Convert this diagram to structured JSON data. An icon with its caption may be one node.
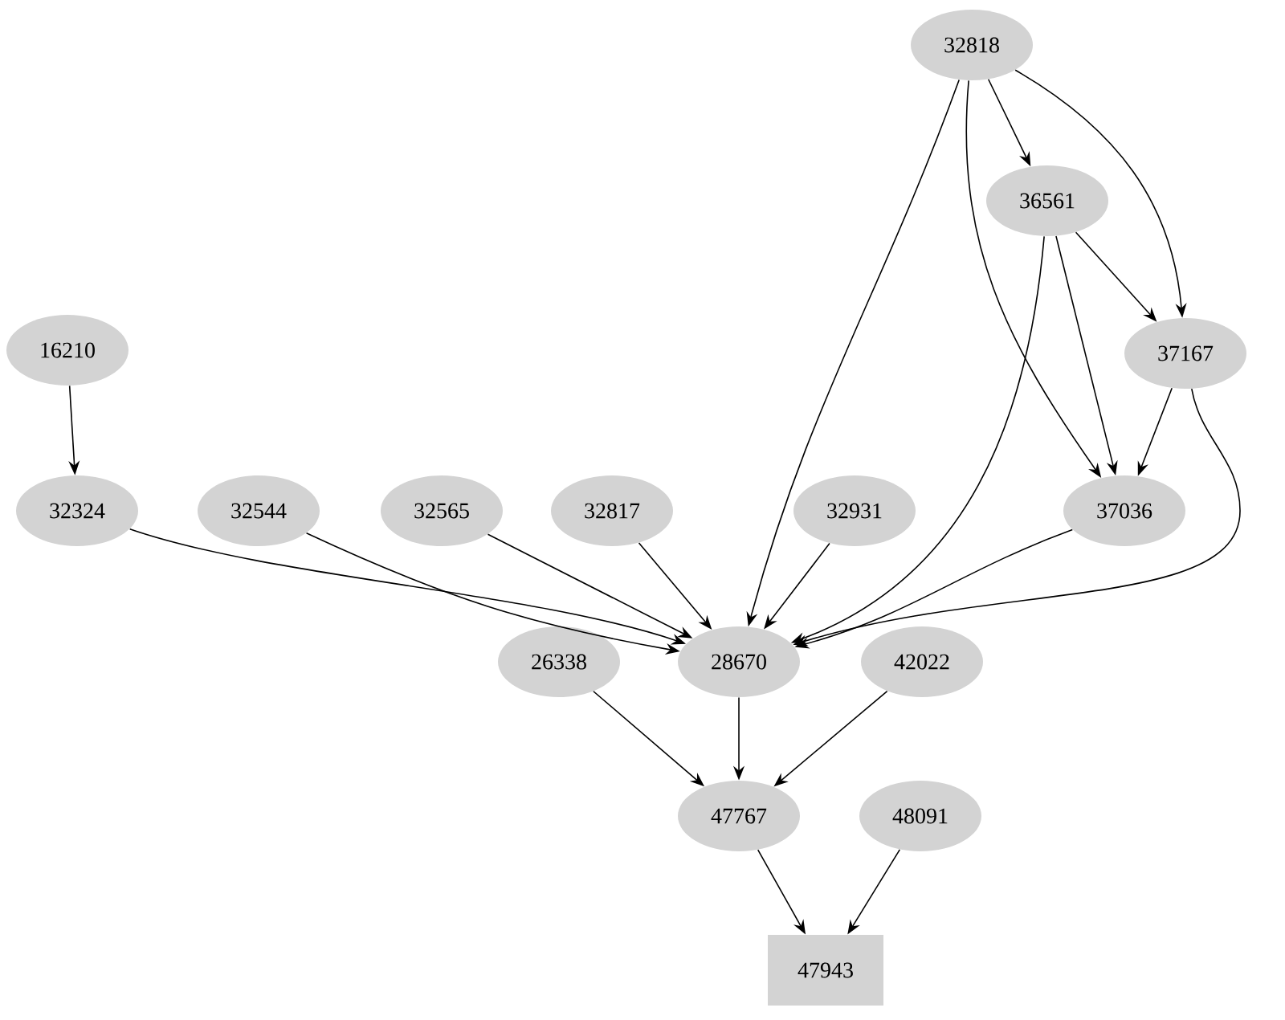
{
  "diagram": {
    "nodes": [
      {
        "text": [
          "32818"
        ]
      },
      {
        "text": [
          "36561"
        ]
      },
      {
        "text": [
          "16210"
        ]
      },
      {
        "text": [
          "37167"
        ]
      },
      {
        "text": [
          "32324"
        ]
      },
      {
        "text": [
          "32544"
        ]
      },
      {
        "text": [
          "32565"
        ]
      },
      {
        "text": [
          "32817"
        ]
      },
      {
        "text": [
          "32931"
        ]
      },
      {
        "text": [
          "37036"
        ]
      },
      {
        "text": [
          "26338"
        ]
      },
      {
        "text": [
          "28670"
        ]
      },
      {
        "text": [
          "42022"
        ]
      },
      {
        "text": [
          "47767"
        ]
      },
      {
        "text": [
          "48091"
        ]
      },
      {
        "text": [
          "47943"
        ]
      }
    ],
    "edges": [
      {
        "from": 0,
        "to": 1,
        "arrow": "to"
      },
      {
        "from": 0,
        "to": 3,
        "arrow": "to"
      },
      {
        "from": 0,
        "to": 9,
        "arrow": "to"
      },
      {
        "from": 0,
        "to": 11,
        "arrow": "to"
      },
      {
        "from": 1,
        "to": 3,
        "arrow": "to"
      },
      {
        "from": 1,
        "to": 9,
        "arrow": "to"
      },
      {
        "from": 1,
        "to": 11,
        "arrow": "to"
      },
      {
        "from": 3,
        "to": 9,
        "arrow": "to"
      },
      {
        "from": 3,
        "to": 11,
        "arrow": "to"
      },
      {
        "from": 2,
        "to": 4,
        "arrow": "to"
      },
      {
        "from": 4,
        "to": 11,
        "arrow": "to"
      },
      {
        "from": 5,
        "to": 11,
        "arrow": "to"
      },
      {
        "from": 6,
        "to": 11,
        "arrow": "to"
      },
      {
        "from": 7,
        "to": 11,
        "arrow": "to"
      },
      {
        "from": 8,
        "to": 11,
        "arrow": "to"
      },
      {
        "from": 9,
        "to": 11,
        "arrow": "to"
      },
      {
        "from": 10,
        "to": 13,
        "arrow": "to"
      },
      {
        "from": 11,
        "to": 13,
        "arrow": "to"
      },
      {
        "from": 12,
        "to": 13,
        "arrow": "to"
      },
      {
        "from": 13,
        "to": 15,
        "arrow": "to"
      },
      {
        "from": 14,
        "to": 15,
        "arrow": "to"
      }
    ]
  }
}
